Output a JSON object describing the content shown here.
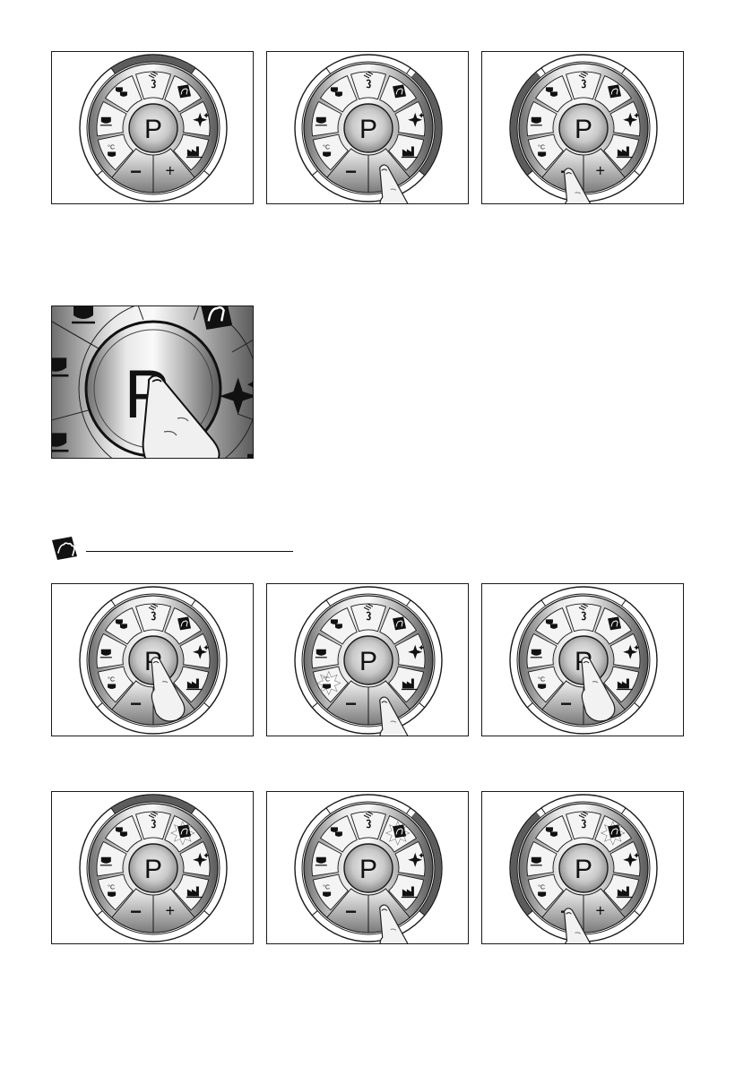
{
  "dial_labels": {
    "center": "P",
    "minus": "−",
    "plus": "+",
    "temp_unit": "°C"
  },
  "colors": {
    "ring_active": "#5c5c5c",
    "outline": "#1a1a1a",
    "paper": "#ffffff"
  },
  "icons": {
    "slots": [
      "double-cup-icon",
      "milk-froth-icon",
      "cleaning-hand-icon",
      "single-cup-icon",
      "sparkle-descale-icon",
      "hot-cup-icon",
      "factory-reset-icon"
    ],
    "section_heading": "cleaning-hand-icon",
    "finger": "finger-pointer-icon"
  },
  "panels": [
    {
      "ring": "top",
      "finger": "none",
      "glow": "none"
    },
    {
      "ring": "right",
      "finger": "plus",
      "glow": "none"
    },
    {
      "ring": "left",
      "finger": "minus",
      "glow": "none"
    },
    {
      "ring": "none",
      "finger": "center",
      "glow": "none"
    },
    {
      "ring": "none",
      "finger": "plus",
      "glow": "hot-cup"
    },
    {
      "ring": "none",
      "finger": "center",
      "glow": "none"
    },
    {
      "ring": "top",
      "finger": "none",
      "glow": "cleaning"
    },
    {
      "ring": "right",
      "finger": "plus",
      "glow": "cleaning"
    },
    {
      "ring": "left",
      "finger": "minus",
      "glow": "cleaning"
    }
  ],
  "zoom_panel": {
    "center": "P",
    "finger": "center"
  }
}
